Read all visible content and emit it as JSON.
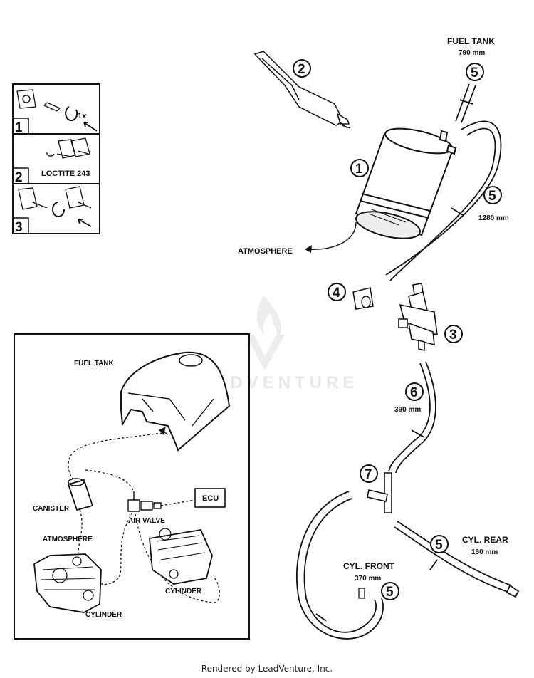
{
  "labels": {
    "fuel_tank_top": "FUEL TANK",
    "fuel_tank_top_len": "790 mm",
    "hose_1280": "1280 mm",
    "atmosphere_main": "ATMOSPHERE",
    "hose_390": "390 mm",
    "cyl_rear": "CYL. REAR",
    "cyl_rear_len": "160 mm",
    "cyl_front": "CYL. FRONT",
    "cyl_front_len": "370 mm"
  },
  "callouts": {
    "c1": "1",
    "c2": "2",
    "c3": "3",
    "c4": "4",
    "c5a": "5",
    "c5b": "5",
    "c5c": "5",
    "c5d": "5",
    "c6": "6",
    "c7": "7"
  },
  "steps": {
    "s1": "1",
    "s2": "2",
    "s3": "3",
    "one_x": "1x",
    "loctite": "LOCTITE 243"
  },
  "inset": {
    "fuel_tank": "FUEL TANK",
    "canister": "CANISTER",
    "atmosphere": "ATMOSPHERE",
    "air_valve": "AIR VALVE",
    "ecu": "ECU",
    "cylinder_a": "CYLINDER",
    "cylinder_b": "CYLINDER"
  },
  "watermark": "ADVENTURE",
  "footer": "Rendered by LeadVenture, Inc."
}
